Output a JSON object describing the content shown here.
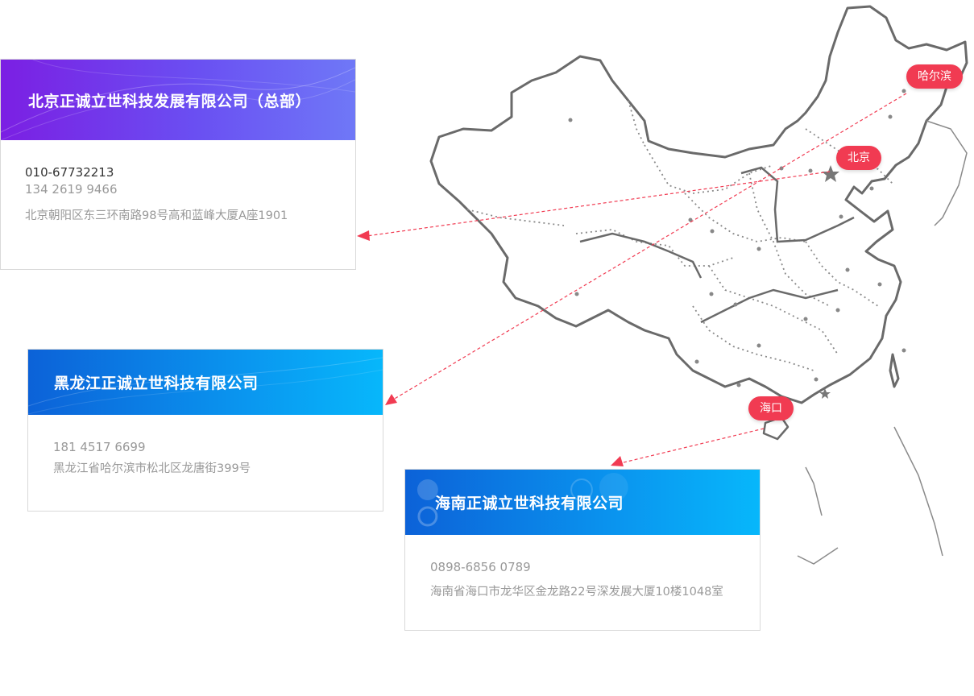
{
  "offices": {
    "beijing": {
      "name": "北京正诚立世科技发展有限公司（总部）",
      "phone1": "010-67732213",
      "phone2": "134 2619 9466",
      "address": "北京朝阳区东三环南路98号高和蓝峰大厦A座1901"
    },
    "heilongjiang": {
      "name": "黑龙江正诚立世科技有限公司",
      "phone": "181 4517 6699",
      "address": "黑龙江省哈尔滨市松北区龙唐街399号"
    },
    "hainan": {
      "name": "海南正诚立世科技有限公司",
      "phone": "0898-6856 0789",
      "address": "海南省海口市龙华区金龙路22号深发展大厦10楼1048室"
    }
  },
  "markers": {
    "harbin": "哈尔滨",
    "beijing": "北京",
    "haikou": "海口"
  },
  "colors": {
    "marker": "#f13b52",
    "hq_gradient": [
      "#7b1fe3",
      "#6f78f7"
    ],
    "branch_gradient": [
      "#0c62d8",
      "#07b7fb"
    ],
    "map_outline": "#666666"
  }
}
